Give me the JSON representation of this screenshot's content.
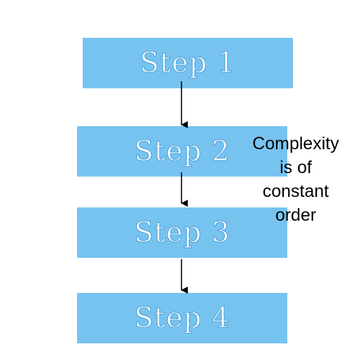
{
  "steps": [
    {
      "label": "Step 1"
    },
    {
      "label": "Step 2"
    },
    {
      "label": "Step 3"
    },
    {
      "label": "Step 4"
    }
  ],
  "annotation": {
    "lines": [
      "Complexity",
      "is of",
      "constant",
      "order"
    ]
  },
  "colors": {
    "box_fill": "#77c3f0",
    "box_text": "#ffffff",
    "arrow": "#000000",
    "annotation_text": "#000000"
  }
}
